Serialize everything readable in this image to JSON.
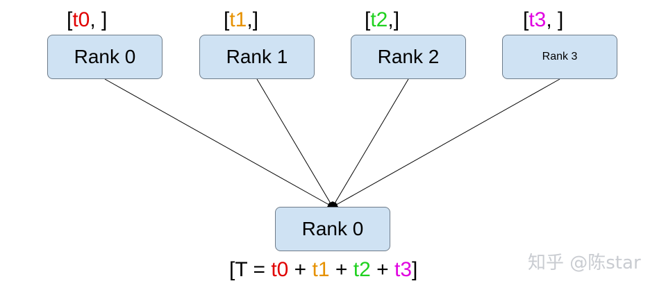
{
  "colors": {
    "t0": "#e00000",
    "t1": "#e69100",
    "t2": "#1fd11f",
    "t3": "#e000e0",
    "node_fill": "#cfe2f3",
    "node_border": "#6d7b89"
  },
  "sources": [
    {
      "label": "Rank 0",
      "token": "t0",
      "suffix": ", ]"
    },
    {
      "label": "Rank 1",
      "token": "t1",
      "suffix": ",]"
    },
    {
      "label": "Rank 2",
      "token": "t2",
      "suffix": ",]"
    },
    {
      "label": "Rank 3",
      "token": "t3",
      "suffix": ", ]"
    }
  ],
  "target": {
    "label": "Rank 0"
  },
  "equation": {
    "open": "[T = ",
    "t0": "t0",
    "plus1": " + ",
    "t1": "t1",
    "plus2": " + ",
    "t2": "t2",
    "plus3": " + ",
    "t3": "t3",
    "close": "]"
  },
  "watermark": "知乎 @陈star"
}
